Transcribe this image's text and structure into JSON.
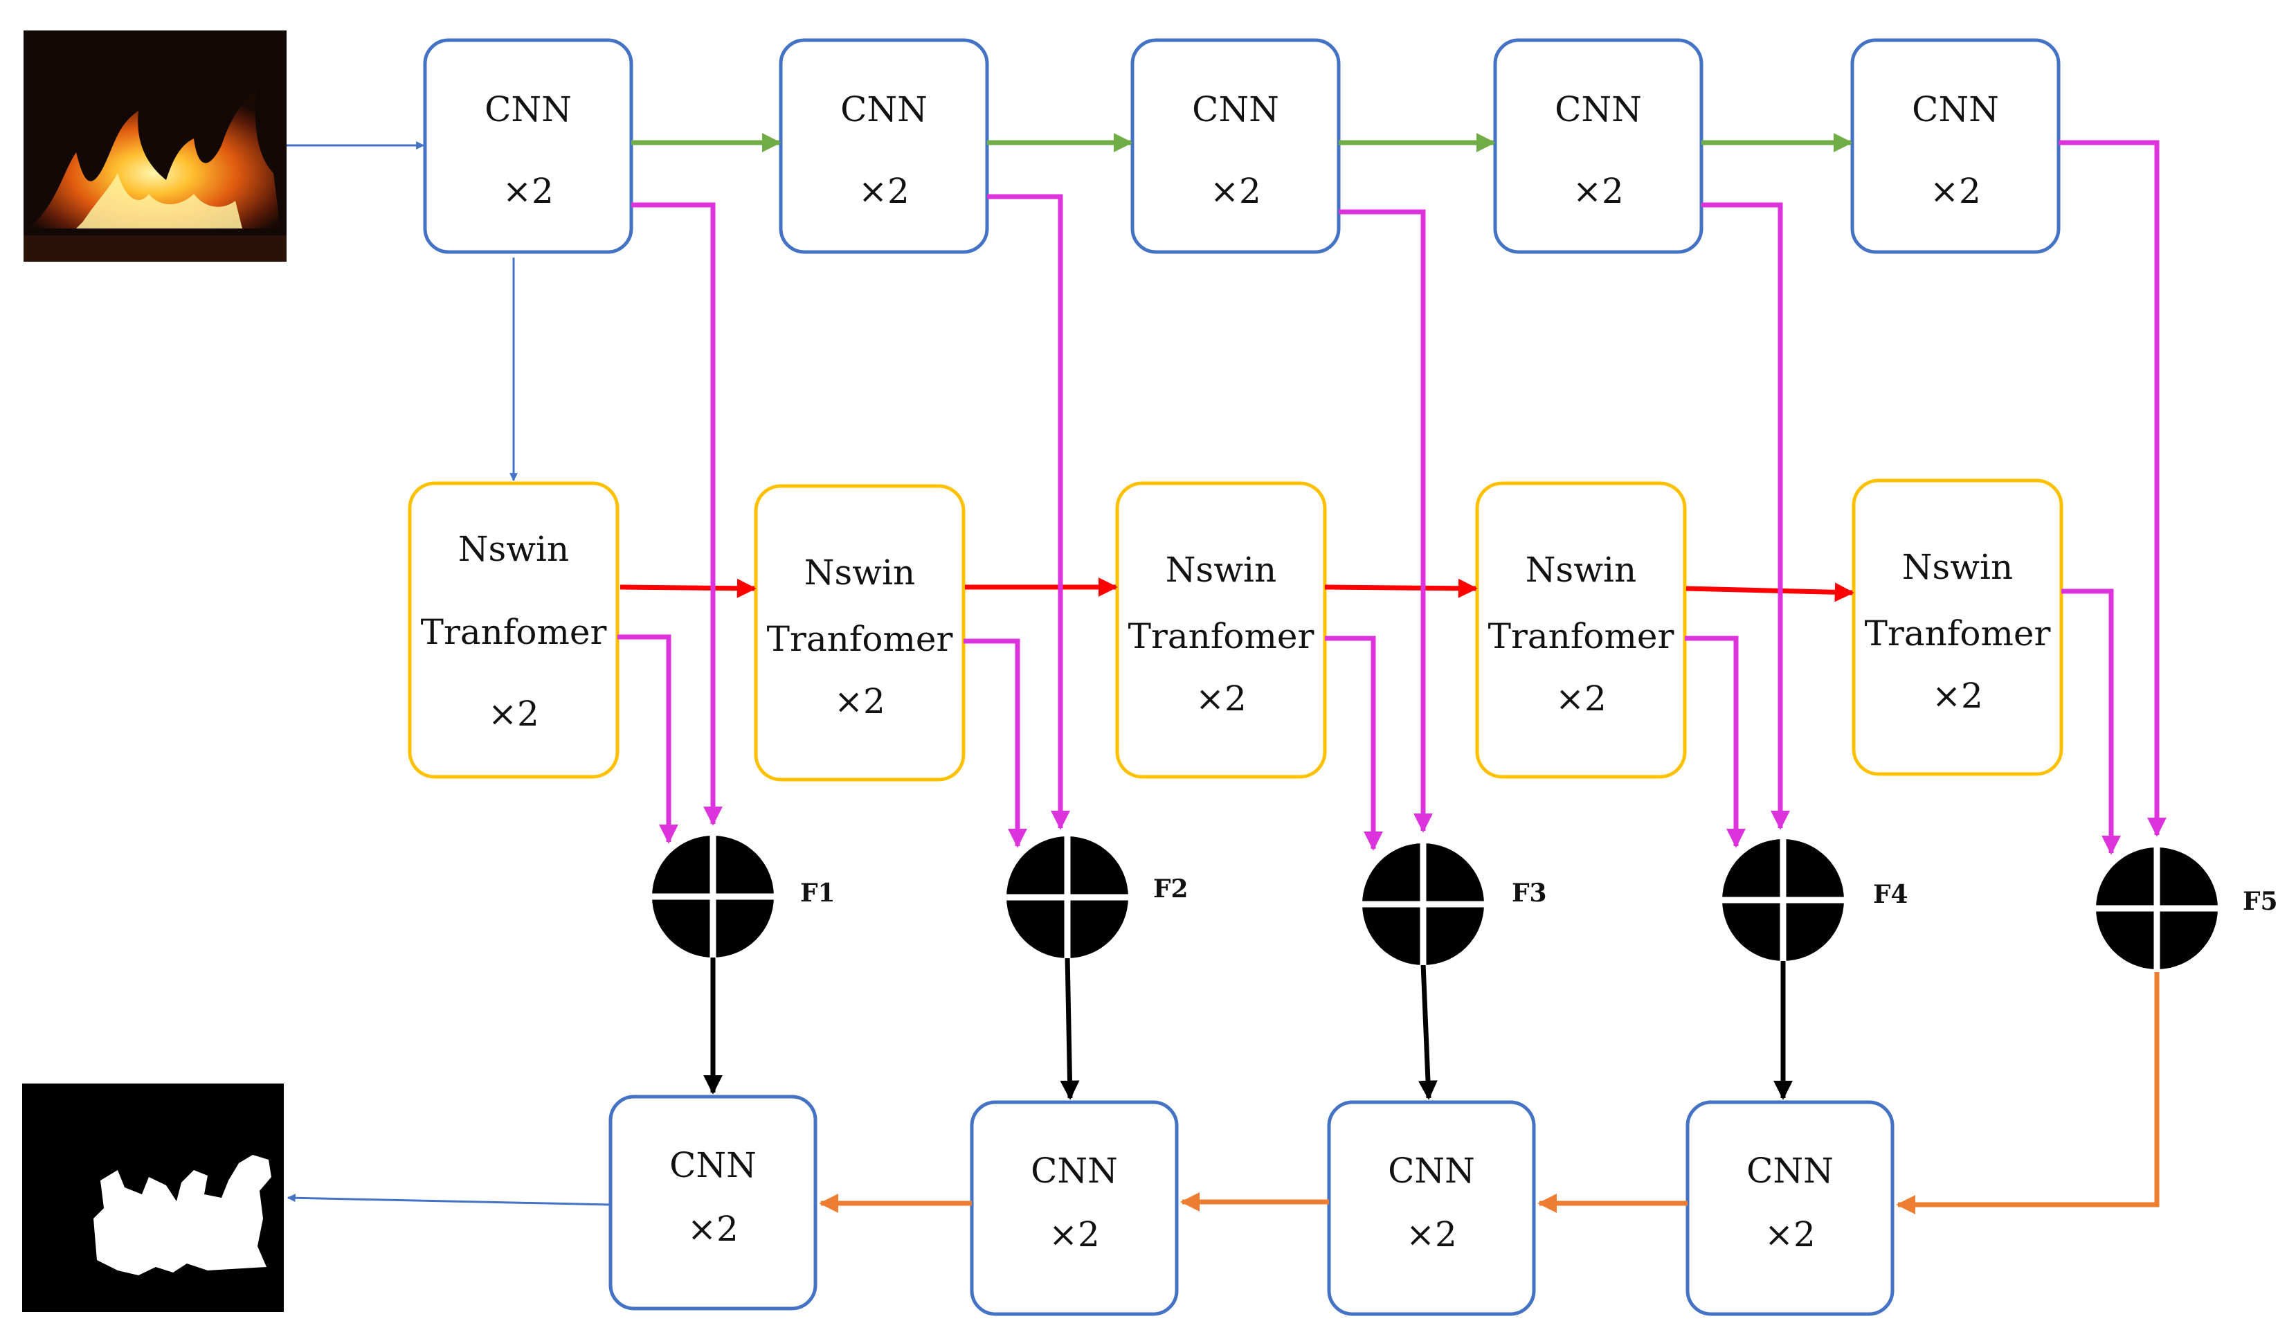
{
  "colors": {
    "cnn_border": "#4472C4",
    "transformer_border": "#FFC000",
    "input_arrow": "#4472C4",
    "encoder_arrow": "#70AD47",
    "transformer_arrow": "#FF0000",
    "skip_arrow": "#DD33DD",
    "decoder_arrow": "#ED7D31",
    "fusion_arrow": "#000000",
    "fusion_node": "#000000"
  },
  "input_image": {
    "icon": "fire-photo"
  },
  "output_image": {
    "icon": "fire-mask"
  },
  "encoder": [
    {
      "name": "CNN",
      "rep": "×2"
    },
    {
      "name": "CNN",
      "rep": "×2"
    },
    {
      "name": "CNN",
      "rep": "×2"
    },
    {
      "name": "CNN",
      "rep": "×2"
    },
    {
      "name": "CNN",
      "rep": "×2"
    }
  ],
  "transformer": [
    {
      "line1": "Nswin",
      "line2": "Tranfomer",
      "rep": "×2"
    },
    {
      "line1": "Nswin",
      "line2": "Tranfomer",
      "rep": "×2"
    },
    {
      "line1": "Nswin",
      "line2": "Tranfomer",
      "rep": "×2"
    },
    {
      "line1": "Nswin",
      "line2": "Tranfomer",
      "rep": "×2"
    },
    {
      "line1": "Nswin",
      "line2": "Tranfomer",
      "rep": "×2"
    }
  ],
  "fusion": [
    {
      "label": "F1"
    },
    {
      "label": "F2"
    },
    {
      "label": "F3"
    },
    {
      "label": "F4"
    },
    {
      "label": "F5"
    }
  ],
  "decoder": [
    {
      "name": "CNN",
      "rep": "×2"
    },
    {
      "name": "CNN",
      "rep": "×2"
    },
    {
      "name": "CNN",
      "rep": "×2"
    },
    {
      "name": "CNN",
      "rep": "×2"
    }
  ]
}
